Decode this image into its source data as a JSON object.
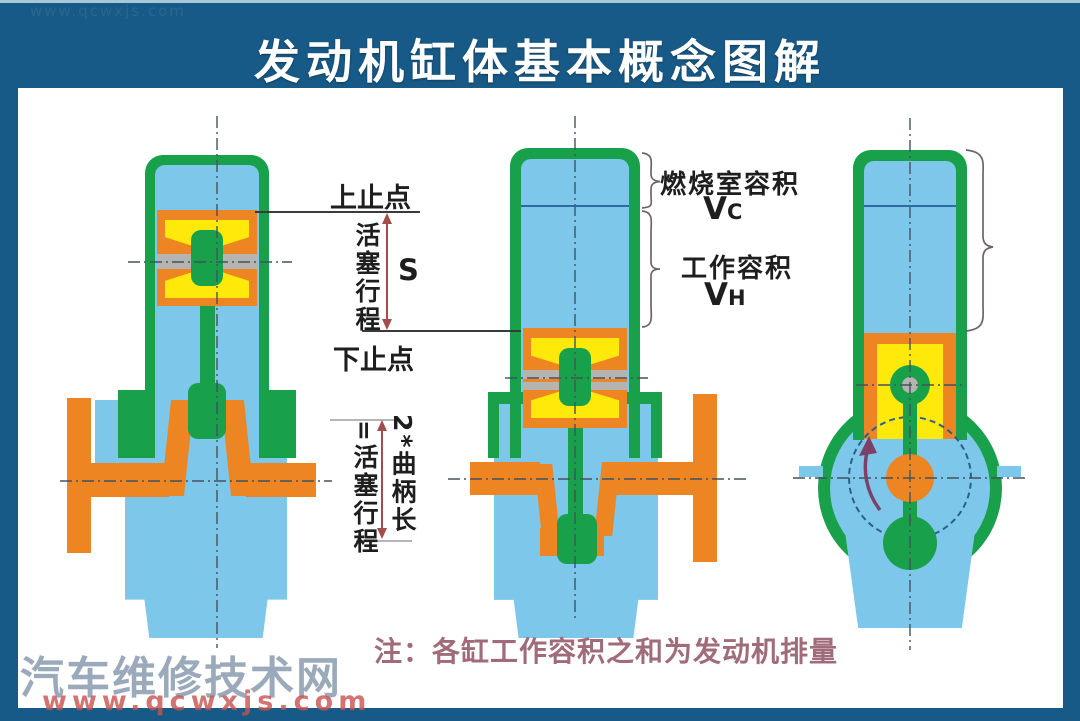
{
  "header": {
    "title": "发动机缸体基本概念图解"
  },
  "watermark": {
    "top_url": "www.qcwxjs.com",
    "site_name": "汽车维修技术网",
    "site_url": "www.qcwxjs.com"
  },
  "labels": {
    "tdc": "上止点",
    "bdc": "下止点",
    "piston_stroke_vertical": "活塞行程",
    "stroke_symbol": "S",
    "crank_length_column": "2*曲柄长",
    "equals_stroke_column": "=活塞行程",
    "combustion_chamber_volume": "燃烧室容积",
    "volume_symbol": "V",
    "vc_subscript": "C",
    "working_volume": "工作容积",
    "vh_subscript": "H"
  },
  "note": "注：各缸工作容积之和为发动机排量",
  "colors": {
    "frame_blue": "#175A87",
    "cylinder_green": "#18A04A",
    "coolant_blue": "#7DC7EA",
    "piston_orange": "#EC8522",
    "piston_yellow": "#FFE90B",
    "ring_gray": "#B6B4B0",
    "dimension_red": "#A34D4D",
    "vc_line_blue": "#2C6AA3",
    "rotation_arrow_purple": "#7D4168",
    "note_text": "#A06B7A"
  }
}
